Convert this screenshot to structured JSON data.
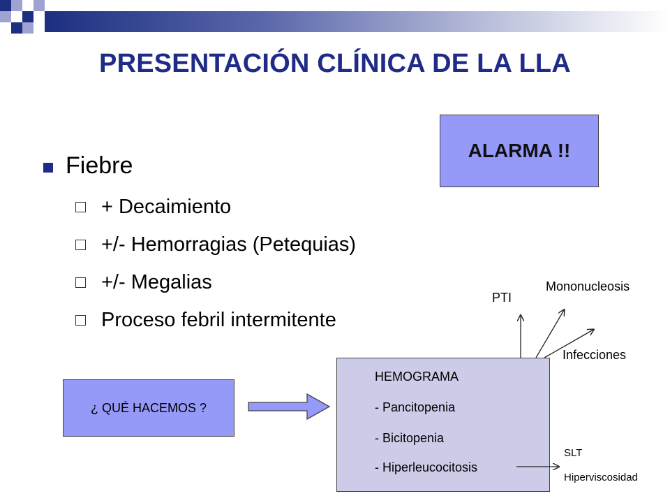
{
  "slide": {
    "title": "PRESENTACIÓN CLÍNICA DE LA LLA",
    "alarm_label": "ALARMA !!",
    "main_bullet": "Fiebre",
    "sub_bullets": [
      "+ Decaimiento",
      "+/- Hemorragias (Petequias)",
      "+/- Megalias",
      "Proceso febril intermitente"
    ],
    "question_box": "¿ QUÉ HACEMOS ?",
    "hemograma": {
      "heading": "HEMOGRAMA",
      "items": [
        "- Pancitopenia",
        "- Bicitopenia",
        "- Hiperleucocitosis"
      ]
    },
    "outcomes": {
      "pti": "PTI",
      "mononucleosis": "Mononucleosis",
      "infecciones": "Infecciones",
      "slt": "SLT",
      "hiperviscosidad": "Hiperviscosidad"
    }
  },
  "colors": {
    "title": "#1f2b86",
    "box_fill": "#9599f7",
    "hemo_fill": "#cccce8"
  }
}
